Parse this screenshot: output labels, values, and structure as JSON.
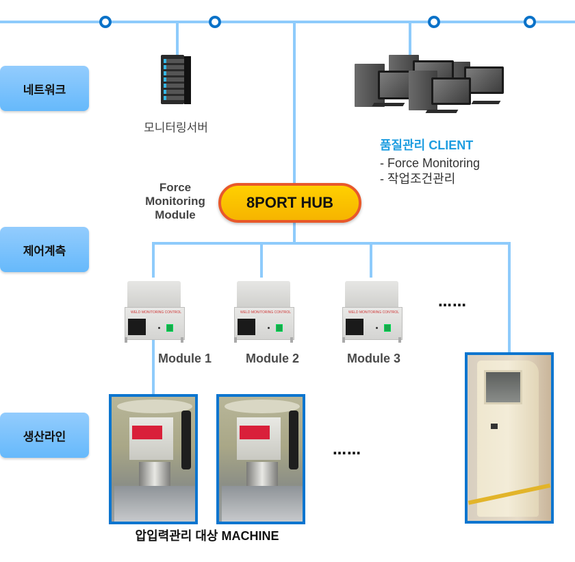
{
  "colors": {
    "network_line": "#8ecbfb",
    "node_ring": "#0a72c8",
    "layer_label_bg": "#7bc2fc",
    "hub_fill": "#fbc400",
    "hub_border": "#e8582b",
    "client_title": "#1e9de0",
    "photo_border": "#0b75cf"
  },
  "layers": [
    {
      "label": "네트워크"
    },
    {
      "label": "제어계측"
    },
    {
      "label": "생산라인"
    }
  ],
  "network": {
    "server": {
      "icon": "server-rack-icon",
      "label": "모니터링서버"
    },
    "client": {
      "icon": "desktop-computers-icon",
      "title": "품질관리 CLIENT",
      "features": [
        "- Force Monitoring",
        "- 작업조건관리"
      ]
    }
  },
  "control": {
    "side_label": [
      "Force",
      "Monitoring",
      "Module"
    ],
    "hub_label": "8PORT HUB",
    "modules": [
      {
        "label": "Module 1",
        "icon": "weld-monitoring-controller-icon"
      },
      {
        "label": "Module 2",
        "icon": "weld-monitoring-controller-icon"
      },
      {
        "label": "Module 3",
        "icon": "weld-monitoring-controller-icon"
      }
    ],
    "more_indicator": "……"
  },
  "production": {
    "machines": [
      {
        "icon": "press-machine-photo"
      },
      {
        "icon": "press-machine-photo"
      }
    ],
    "more_indicator": "……",
    "kiosk": {
      "icon": "kiosk-machine-photo"
    },
    "caption": "압입력관리 대상 MACHINE"
  }
}
